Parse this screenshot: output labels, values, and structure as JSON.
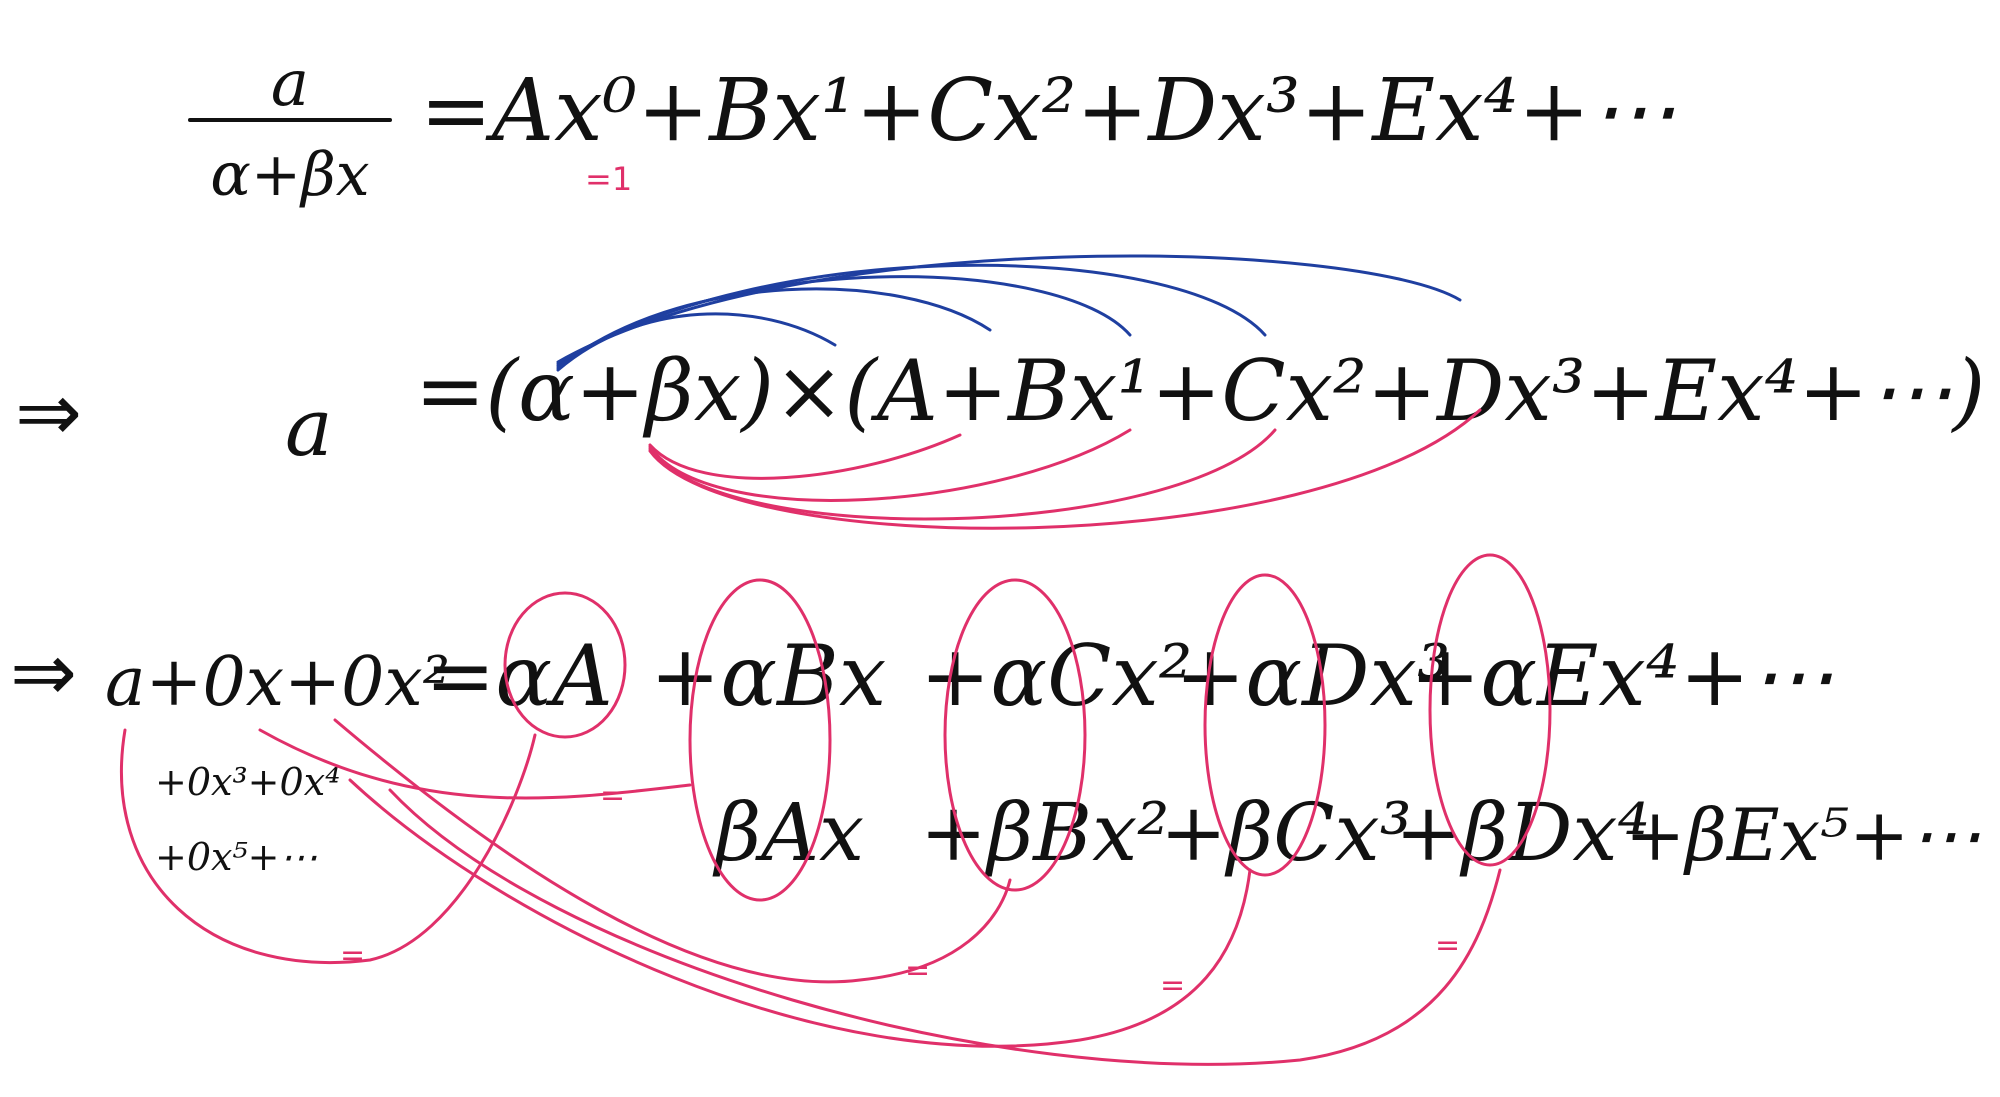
{
  "eq1": {
    "numerator": "a",
    "denominator": "α+βx",
    "rhs": "=Ax⁰+Bx¹+Cx²+Dx³+Ex⁴+⋯",
    "annotation": "=1"
  },
  "eq2": {
    "arrow": "⇒",
    "lhs": "a",
    "rhs": "=(α+βx)×(A+Bx¹+Cx²+Dx³+Ex⁴+⋯)"
  },
  "eq3": {
    "arrow": "⇒",
    "lhs_line1": "a+0x+0x²",
    "lhs_line2": "+0x³+0x⁴",
    "lhs_line3": "+0x⁵+⋯",
    "rhs_line1_terms": [
      "=αA",
      "+αBx",
      "+αCx²",
      "+αDx³",
      "+αEx⁴+⋯"
    ],
    "rhs_line2_terms": [
      "βAx",
      "+βBx²",
      "+βCx³",
      "+βDx⁴",
      "+βEx⁵+⋯"
    ],
    "equals_marks": [
      "=",
      "=",
      "=",
      "=",
      "="
    ]
  },
  "colors": {
    "ink": "#111111",
    "pink": "#e0306a",
    "blue": "#1f3fa0",
    "background": "#ffffff"
  }
}
